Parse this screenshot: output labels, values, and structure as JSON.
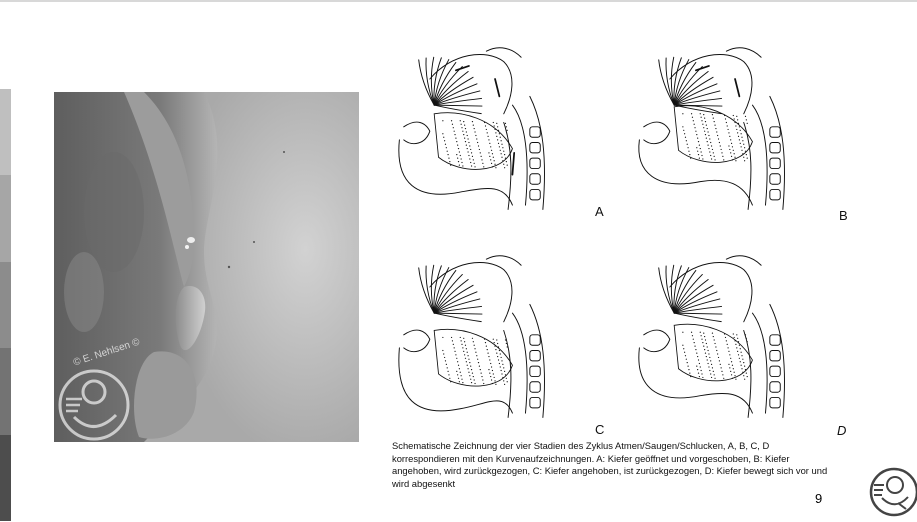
{
  "slide": {
    "page_number": "9",
    "left_bar_colors": [
      "#ffffff",
      "#bfbfbf",
      "#a6a6a6",
      "#8c8c8c",
      "#737373",
      "#4d4d4d"
    ]
  },
  "photo": {
    "watermark_text": "© E. Nehlsen ©"
  },
  "diagram": {
    "panels": [
      {
        "label": "A"
      },
      {
        "label": "B"
      },
      {
        "label": "C"
      },
      {
        "label": "D"
      }
    ]
  },
  "caption": {
    "text": "Schematische Zeichnung der vier Stadien des Zyklus Atmen/Saugen/Schlucken, A, B, C, D korrespondieren mit den Kurvenaufzeichnungen. A: Kiefer geöffnet und vorgeschoben, B: Kiefer angehoben, wird zurückgezogen, C: Kiefer angehoben, ist zurückgezogen, D: Kiefer bewegt sich vor und wird abgesenkt"
  },
  "icons": {
    "corner": "baby-logo-icon",
    "watermark": "baby-logo-watermark-icon"
  }
}
